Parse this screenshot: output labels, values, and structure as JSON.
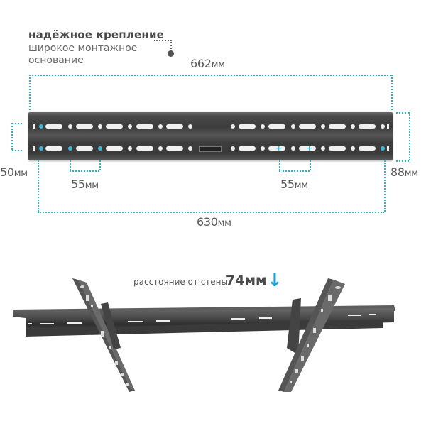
{
  "feature": {
    "title": "надёжное крепление",
    "subtitle_line1": "широкое монтажное",
    "subtitle_line2": "основание"
  },
  "dimensions": {
    "total_width": {
      "value": "662",
      "unit": "мм"
    },
    "hole_span": {
      "value": "630",
      "unit": "мм"
    },
    "left_height": {
      "value": "50",
      "unit": "мм"
    },
    "right_height": {
      "value": "88",
      "unit": "мм"
    },
    "left_spacing": {
      "value": "55",
      "unit": "мм"
    },
    "right_spacing": {
      "value": "55",
      "unit": "мм"
    }
  },
  "wall_distance": {
    "label": "расстояние от стены",
    "value": "74мм",
    "icon": "arrow-down-icon"
  },
  "colors": {
    "accent_teal": "#2fb3b8",
    "arrow_blue": "#1aa3d4",
    "metal_dark": "#3c3c3c",
    "text_gray": "#555555"
  }
}
